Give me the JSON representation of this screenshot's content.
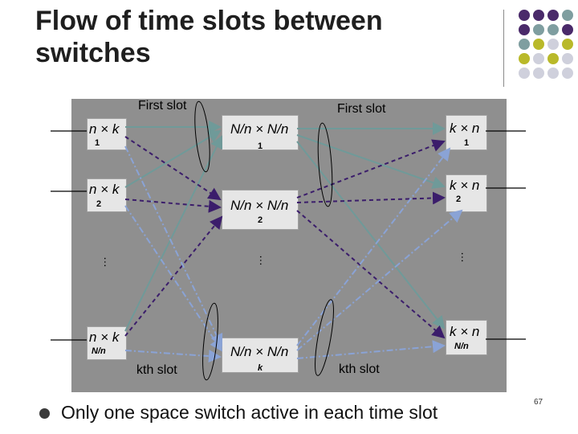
{
  "title": "Flow of time slots between switches",
  "labels": {
    "first_slot_left": "First slot",
    "first_slot_right": "First slot",
    "kth_slot_left": "kth slot",
    "kth_slot_right": "kth slot",
    "ellipsis": "…"
  },
  "input_switches": [
    {
      "label": "n × k",
      "sub": "1"
    },
    {
      "label": "n × k",
      "sub": "2"
    },
    {
      "label": "n × k",
      "sub": "N/n"
    }
  ],
  "middle_switches": [
    {
      "label": "N/n × N/n",
      "sub": "1"
    },
    {
      "label": "N/n × N/n",
      "sub": "2"
    },
    {
      "label": "N/n × N/n",
      "sub": "k"
    }
  ],
  "output_switches": [
    {
      "label": "k × n",
      "sub": "1"
    },
    {
      "label": "k × n",
      "sub": "2"
    },
    {
      "label": "k × n",
      "sub": "N/n"
    }
  ],
  "bullet": "Only one space switch active in each time slot",
  "page_number": "67",
  "colors": {
    "first_slot_line": "#6f9a99",
    "dashed_purple": "#3b1d6b",
    "dashdot_blue": "#8aa3d6",
    "panel": "#8f8f8f",
    "dot_purple": "#4a2a6a",
    "dot_olive": "#b9b92a",
    "dot_teal": "#7f9ea0",
    "dot_gray": "#cfd0dc"
  }
}
